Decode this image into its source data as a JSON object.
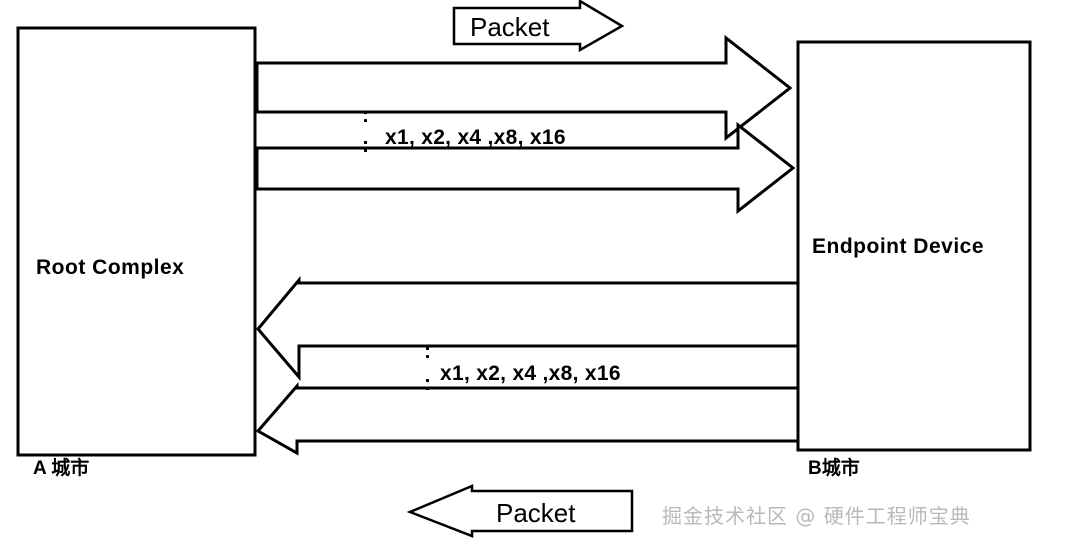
{
  "diagram": {
    "title": "PCIe Root Complex to Endpoint Device link diagram",
    "colors": {
      "stroke": "#000000",
      "fill": "#ffffff",
      "watermark": "#b9b9b9"
    },
    "nodes": [
      {
        "id": "root-complex",
        "label": "Root Complex",
        "caption": "A 城市"
      },
      {
        "id": "endpoint-device",
        "label": "Endpoint Device",
        "caption": "B城市"
      }
    ],
    "lanes": {
      "downstream_label": "x1, x2,  x4 ,x8, x16",
      "upstream_label": "x1, x2,  x4 ,x8, x16",
      "dots": ":"
    },
    "packets": [
      {
        "id": "packet-top",
        "label": "Packet",
        "direction": "right"
      },
      {
        "id": "packet-bottom",
        "label": "Packet",
        "direction": "left"
      }
    ]
  },
  "watermark": {
    "text": "掘金技术社区 @ 硬件工程师宝典"
  }
}
